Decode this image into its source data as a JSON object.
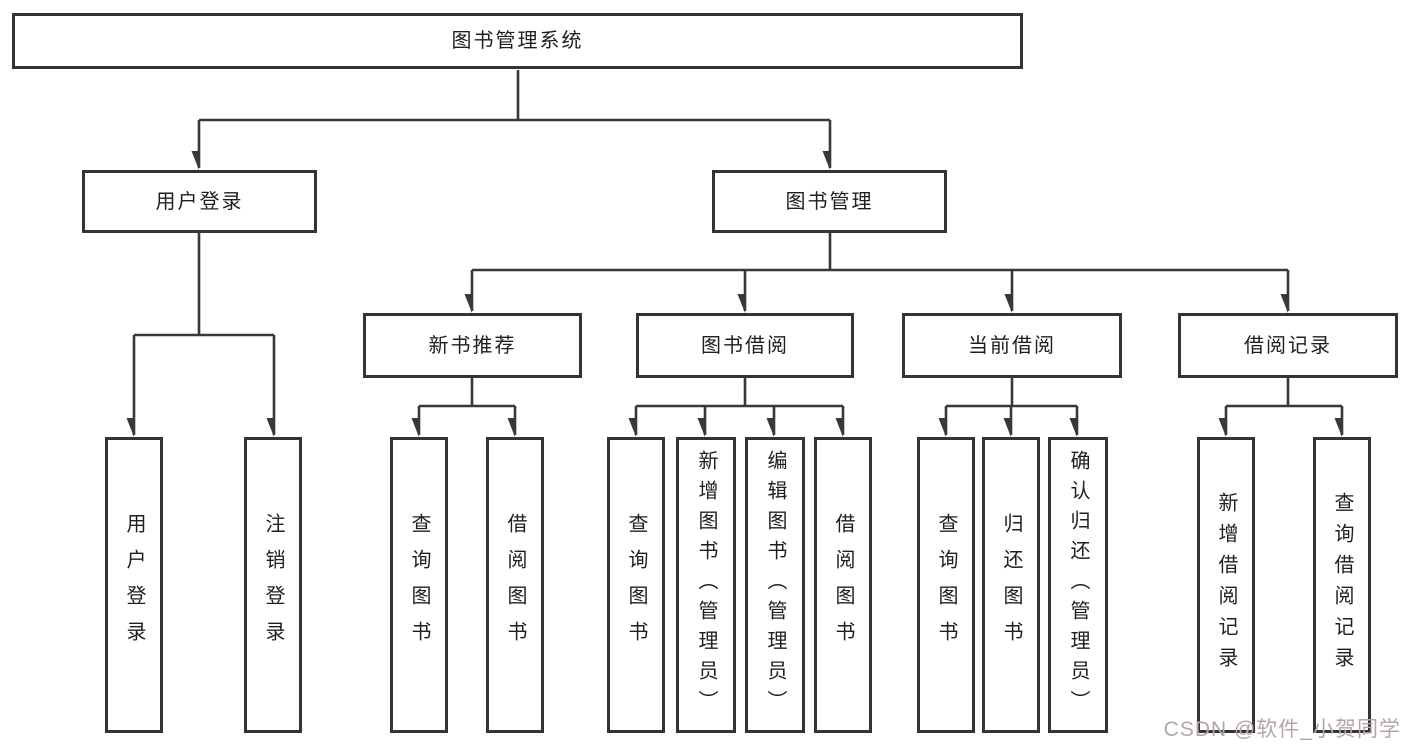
{
  "diagram": {
    "title": "图书管理系统",
    "line_color": "#383838",
    "border_color": "#343434",
    "background": "#ffffff",
    "tree": {
      "root": "图书管理系统",
      "level2": [
        "用户登录",
        "图书管理"
      ],
      "level3": [
        "新书推荐",
        "图书借阅",
        "当前借阅",
        "借阅记录"
      ],
      "level4": {
        "login": [
          "用户登录",
          "注销登录"
        ],
        "recommend": [
          "查询图书",
          "借阅图书"
        ],
        "borrow": [
          "查询图书",
          "新增图书（管理员）",
          "编辑图书（管理员）",
          "借阅图书"
        ],
        "current": [
          "查询图书",
          "归还图书",
          "确认归还（管理员）"
        ],
        "records": [
          "新增借阅记录",
          "查询借阅记录"
        ]
      }
    }
  },
  "watermark": {
    "text": "CSDN @软件_小贺同学",
    "color": "#b2a6a6"
  }
}
